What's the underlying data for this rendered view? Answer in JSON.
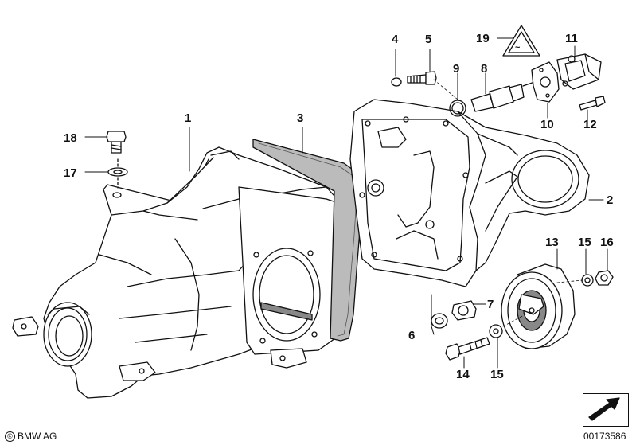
{
  "callouts": {
    "p1": "1",
    "p2": "2",
    "p3": "3",
    "p4": "4",
    "p5": "5",
    "p6": "6",
    "p7": "7",
    "p8": "8",
    "p9": "9",
    "p10": "10",
    "p11": "11",
    "p12": "12",
    "p13": "13",
    "p14": "14",
    "p15a": "15",
    "p15b": "15",
    "p16": "16",
    "p17": "17",
    "p18": "18",
    "p19": "19"
  },
  "footer": {
    "copyright_symbol": "©",
    "copyright_text": "BMW AG",
    "doc_number": "00173586"
  },
  "colors": {
    "line": "#111111",
    "background": "#ffffff"
  }
}
